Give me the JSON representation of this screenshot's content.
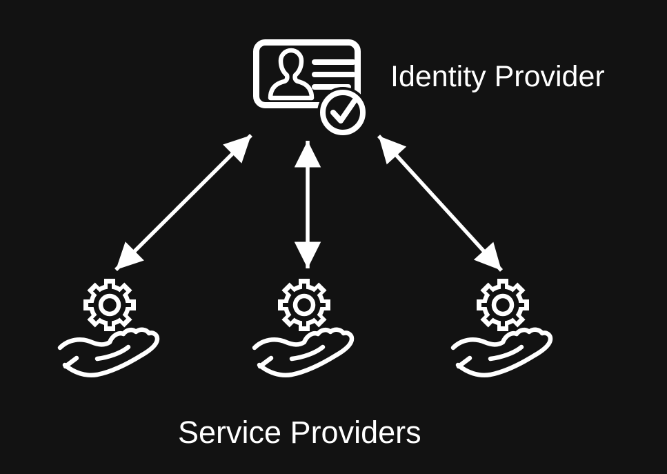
{
  "colors": {
    "background": "#121212",
    "stroke": "#ffffff",
    "text": "#ffffff"
  },
  "identity_provider": {
    "label": "Identity Provider",
    "icon": "id-card-verified-icon"
  },
  "service_providers": {
    "label": "Service Providers",
    "nodes": [
      {
        "id": "service-provider-1",
        "icon": "gear-on-hand-icon"
      },
      {
        "id": "service-provider-2",
        "icon": "gear-on-hand-icon"
      },
      {
        "id": "service-provider-3",
        "icon": "gear-on-hand-icon"
      }
    ]
  },
  "connections": [
    {
      "from": "identity-provider",
      "to": "service-provider-1",
      "style": "double-headed-arrow"
    },
    {
      "from": "identity-provider",
      "to": "service-provider-2",
      "style": "double-headed-arrow"
    },
    {
      "from": "identity-provider",
      "to": "service-provider-3",
      "style": "double-headed-arrow"
    }
  ]
}
